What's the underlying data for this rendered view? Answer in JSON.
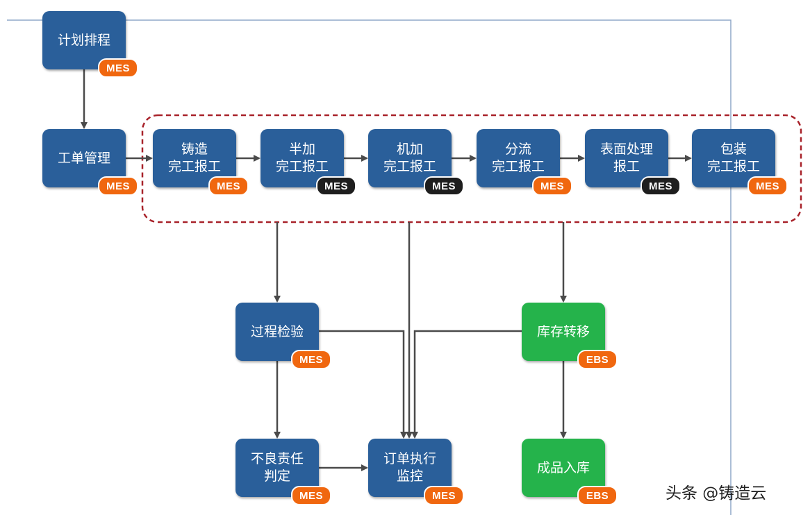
{
  "colors": {
    "node_blue": "#2a5f9a",
    "node_green": "#25b34b",
    "badge_orange": "#f0670f",
    "badge_dark": "#1e1e1e",
    "arrow": "#4a4a4a",
    "group_border": "#a8222a",
    "frame_line": "#8fa8c8"
  },
  "nodes": [
    {
      "id": "plan",
      "name": "plan-schedule-node",
      "label": "计划排程",
      "color": "blue",
      "badge": "MES",
      "badge_color": "orange"
    },
    {
      "id": "workorder",
      "name": "work-order-node",
      "label": "工单管理",
      "color": "blue",
      "badge": "MES",
      "badge_color": "orange"
    },
    {
      "id": "casting",
      "name": "casting-report-node",
      "label": "铸造\n完工报工",
      "color": "blue",
      "badge": "MES",
      "badge_color": "orange"
    },
    {
      "id": "semi",
      "name": "semi-machining-report-node",
      "label": "半加\n完工报工",
      "color": "blue",
      "badge": "MES",
      "badge_color": "dark"
    },
    {
      "id": "machining",
      "name": "machining-report-node",
      "label": "机加\n完工报工",
      "color": "blue",
      "badge": "MES",
      "badge_color": "dark"
    },
    {
      "id": "diversion",
      "name": "diversion-report-node",
      "label": "分流\n完工报工",
      "color": "blue",
      "badge": "MES",
      "badge_color": "orange"
    },
    {
      "id": "surface",
      "name": "surface-treatment-report-node",
      "label": "表面处理\n报工",
      "color": "blue",
      "badge": "MES",
      "badge_color": "dark"
    },
    {
      "id": "packing",
      "name": "packing-report-node",
      "label": "包装\n完工报工",
      "color": "blue",
      "badge": "MES",
      "badge_color": "orange"
    },
    {
      "id": "inspect",
      "name": "process-inspection-node",
      "label": "过程检验",
      "color": "blue",
      "badge": "MES",
      "badge_color": "orange"
    },
    {
      "id": "defect",
      "name": "defect-responsibility-node",
      "label": "不良责任\n判定",
      "color": "blue",
      "badge": "MES",
      "badge_color": "orange"
    },
    {
      "id": "monitor",
      "name": "order-execution-monitor-node",
      "label": "订单执行\n监控",
      "color": "blue",
      "badge": "MES",
      "badge_color": "orange"
    },
    {
      "id": "transfer",
      "name": "inventory-transfer-node",
      "label": "库存转移",
      "color": "green",
      "badge": "EBS",
      "badge_color": "orange"
    },
    {
      "id": "warehouse",
      "name": "finished-goods-warehousing-node",
      "label": "成品入库",
      "color": "green",
      "badge": "EBS",
      "badge_color": "orange"
    }
  ],
  "watermark": "头条 @铸造云"
}
